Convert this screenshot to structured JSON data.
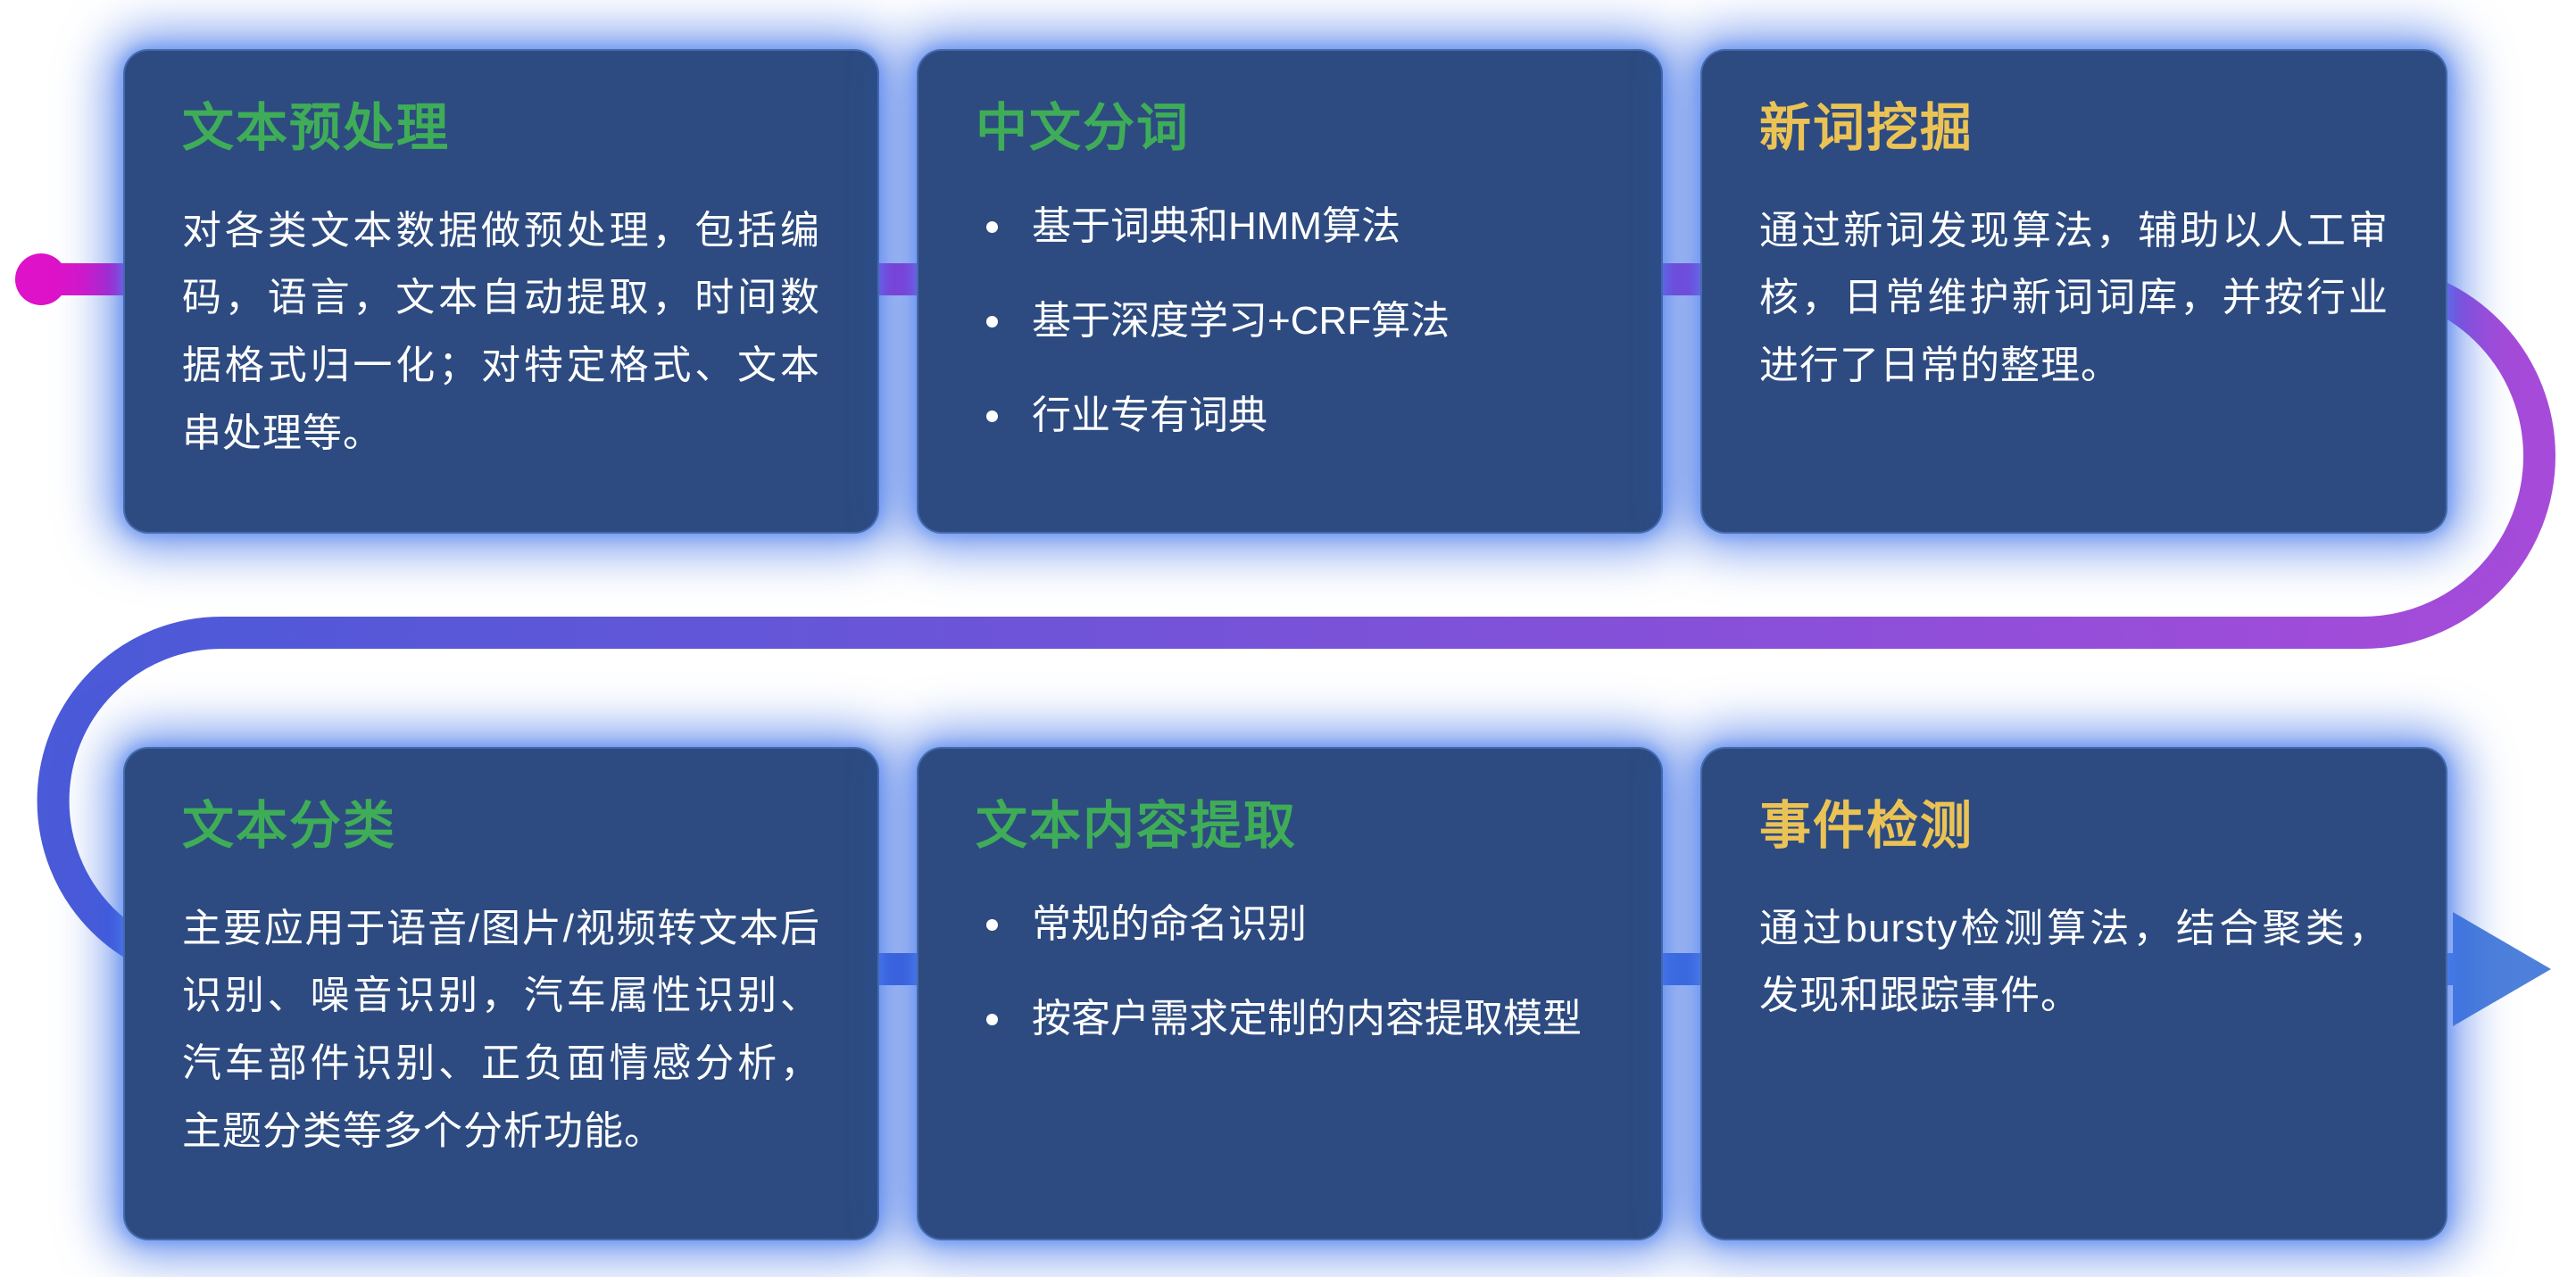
{
  "page": {
    "background": "#ffffff"
  },
  "pipeline": {
    "magenta": "#DE12C8",
    "purple": "#A64BD9",
    "indigo": "#4A5AD8",
    "blue": "#4E80DB"
  },
  "colors": {
    "card_background": "#2D4B80",
    "glow_blue": "#2D63E4",
    "title_green": "#3FAD58",
    "title_yellow": "#EBC355",
    "body_text": "#FFFFFF"
  },
  "cards": [
    {
      "id": "text-preprocessing",
      "title": "文本预处理",
      "title_color": "#3FAD58",
      "body": "对各类文本数据做预处理，包括编码，语言，文本自动提取，时间数据格式归一化；对特定格式、文本串处理等。"
    },
    {
      "id": "chinese-word-segmentation",
      "title": "中文分词",
      "title_color": "#3FAD58",
      "bullets": [
        "基于词典和HMM算法",
        "基于深度学习+CRF算法",
        "行业专有词典"
      ]
    },
    {
      "id": "new-word-mining",
      "title": "新词挖掘",
      "title_color": "#EBC355",
      "body": "通过新词发现算法，辅助以人工审核，日常维护新词词库，并按行业进行了日常的整理。"
    },
    {
      "id": "text-classification",
      "title": "文本分类",
      "title_color": "#3FAD58",
      "body": "主要应用于语音/图片/视频转文本后识别、噪音识别，汽车属性识别、汽车部件识别、正负面情感分析，主题分类等多个分析功能。"
    },
    {
      "id": "text-content-extraction",
      "title": "文本内容提取",
      "title_color": "#3FAD58",
      "bullets": [
        "常规的命名识别",
        "按客户需求定制的内容提取模型"
      ]
    },
    {
      "id": "event-detection",
      "title": "事件检测",
      "title_color": "#EBC355",
      "body": "通过bursty检测算法，结合聚类，发现和跟踪事件。"
    }
  ]
}
